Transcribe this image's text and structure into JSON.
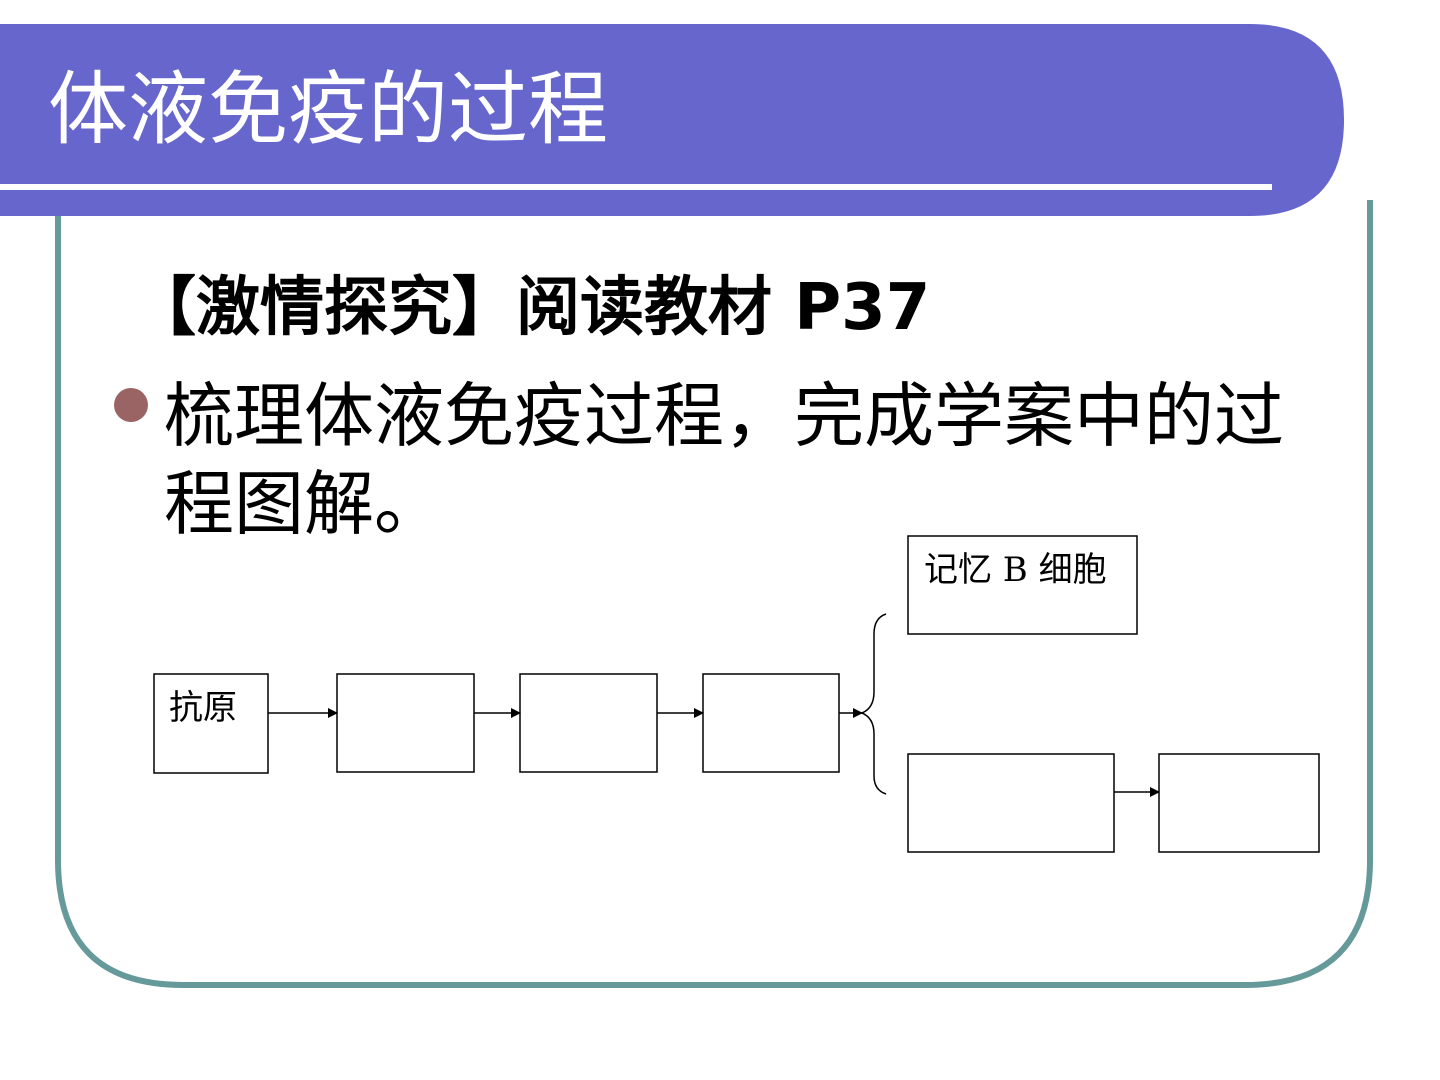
{
  "slide": {
    "title": "体液免疫的过程",
    "subtitle": "【激情探究】阅读教材 P37",
    "bullet": "梳理体液免疫过程，完成学案中的过程图解。"
  },
  "diagram": {
    "box_antigen": "抗原",
    "box_memory": "记忆 B 细胞",
    "box_2": "",
    "box_3": "",
    "box_4": "",
    "box_plasma": "",
    "box_last": ""
  },
  "colors": {
    "header": "#6666cc",
    "frame": "#669999",
    "bullet": "#9b6464",
    "line": "#000000"
  }
}
